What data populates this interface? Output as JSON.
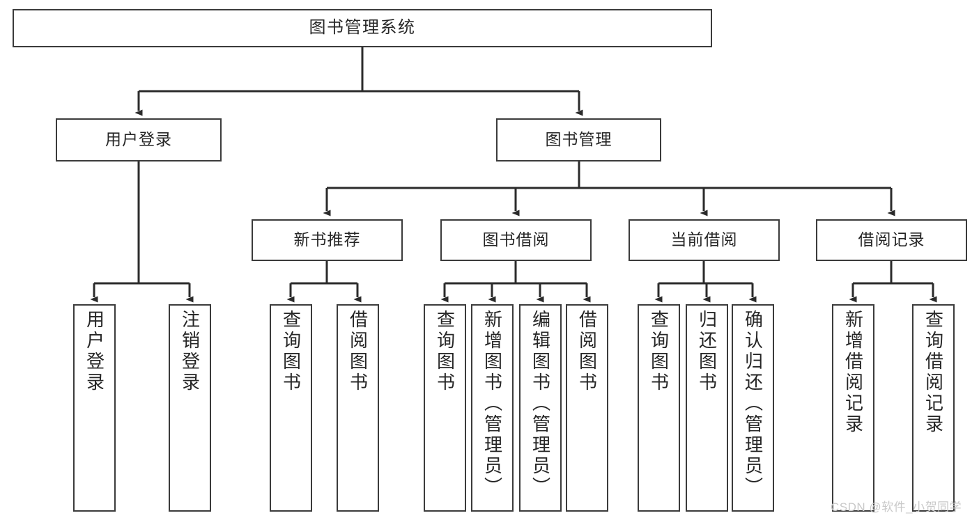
{
  "diagram": {
    "title": "图书管理系统",
    "type": "tree-hierarchy",
    "watermark": "CSDN @软件_小贺同学",
    "colors": {
      "background": "#ffffff",
      "node_border": "#3b3b3b",
      "node_fill": "#ffffff",
      "edge": "#2b2b2b",
      "text": "#262626",
      "watermark": "#c9c9c9"
    }
  },
  "nodes": {
    "root": {
      "label": "图书管理系统"
    },
    "level2": [
      {
        "id": "user-login",
        "label": "用户登录"
      },
      {
        "id": "book-manage",
        "label": "图书管理"
      }
    ],
    "level3": [
      {
        "id": "new-book-recommend",
        "label": "新书推荐"
      },
      {
        "id": "book-borrow",
        "label": "图书借阅"
      },
      {
        "id": "current-borrow",
        "label": "当前借阅"
      },
      {
        "id": "borrow-record",
        "label": "借阅记录"
      }
    ],
    "leaves": {
      "user-login": [
        {
          "id": "leaf-user-login",
          "label": "用户登录"
        },
        {
          "id": "leaf-logout",
          "label": "注销登录"
        }
      ],
      "new-book-recommend": [
        {
          "id": "leaf-query-book-1",
          "label": "查询图书"
        },
        {
          "id": "leaf-borrow-book-1",
          "label": "借阅图书"
        }
      ],
      "book-borrow": [
        {
          "id": "leaf-query-book-2",
          "label": "查询图书"
        },
        {
          "id": "leaf-add-book",
          "label": "新增图书（管理员）"
        },
        {
          "id": "leaf-edit-book",
          "label": "编辑图书（管理员）"
        },
        {
          "id": "leaf-borrow-book-2",
          "label": "借阅图书"
        }
      ],
      "current-borrow": [
        {
          "id": "leaf-query-book-3",
          "label": "查询图书"
        },
        {
          "id": "leaf-return-book",
          "label": "归还图书"
        },
        {
          "id": "leaf-confirm-return",
          "label": "确认归还（管理员）"
        }
      ],
      "borrow-record": [
        {
          "id": "leaf-add-record",
          "label": "新增借阅记录"
        },
        {
          "id": "leaf-query-record",
          "label": "查询借阅记录"
        }
      ]
    }
  }
}
